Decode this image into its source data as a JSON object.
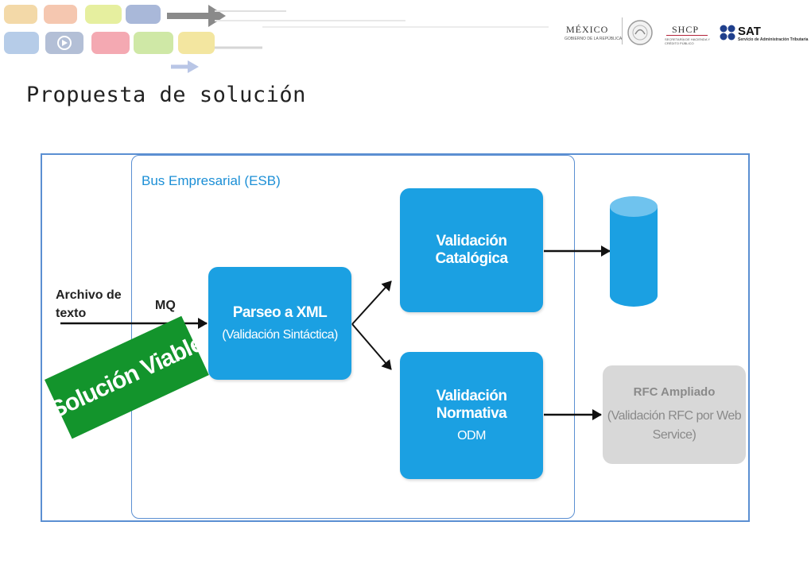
{
  "header": {
    "logo_mexico": "MÉXICO",
    "logo_mexico_sub": "GOBIERNO DE LA REPÚBLICA",
    "logo_shcp": "SHCP",
    "logo_shcp_sub": "SECRETARÍA DE HACIENDA Y CRÉDITO PÚBLICO",
    "logo_sat": "SAT",
    "logo_sat_sub": "Servicio de Administración Tributaria",
    "tile_colors": [
      "#f3d9a8",
      "#f5c7b0",
      "#e6ef9f",
      "#a9b8d9",
      "#b6cce8",
      "#b3bfd6",
      "#f4a9b2",
      "#cfe8a6",
      "#f3e6a0"
    ]
  },
  "page_title": "Propuesta de solución",
  "diagram": {
    "esb_label": "Bus Empresarial (ESB)",
    "input_label": "Archivo de\ntexto",
    "mq_label": "MQ",
    "parse_box": {
      "title": "Parseo a XML",
      "subtitle": "(Validación Sintáctica)"
    },
    "catalog_box": {
      "title": "Validación Catalógica"
    },
    "normative_box": {
      "title": "Validación Normativa",
      "subtitle": "ODM"
    },
    "rfc_box": {
      "title": "RFC Ampliado",
      "subtitle": "(Validación RFC por Web\nService)"
    },
    "viable_label": "Solución Viable",
    "colors": {
      "box": "#1ba0e2",
      "frame": "#5b8fd2",
      "viable": "#13942c",
      "gray": "#d8d8d8"
    }
  }
}
